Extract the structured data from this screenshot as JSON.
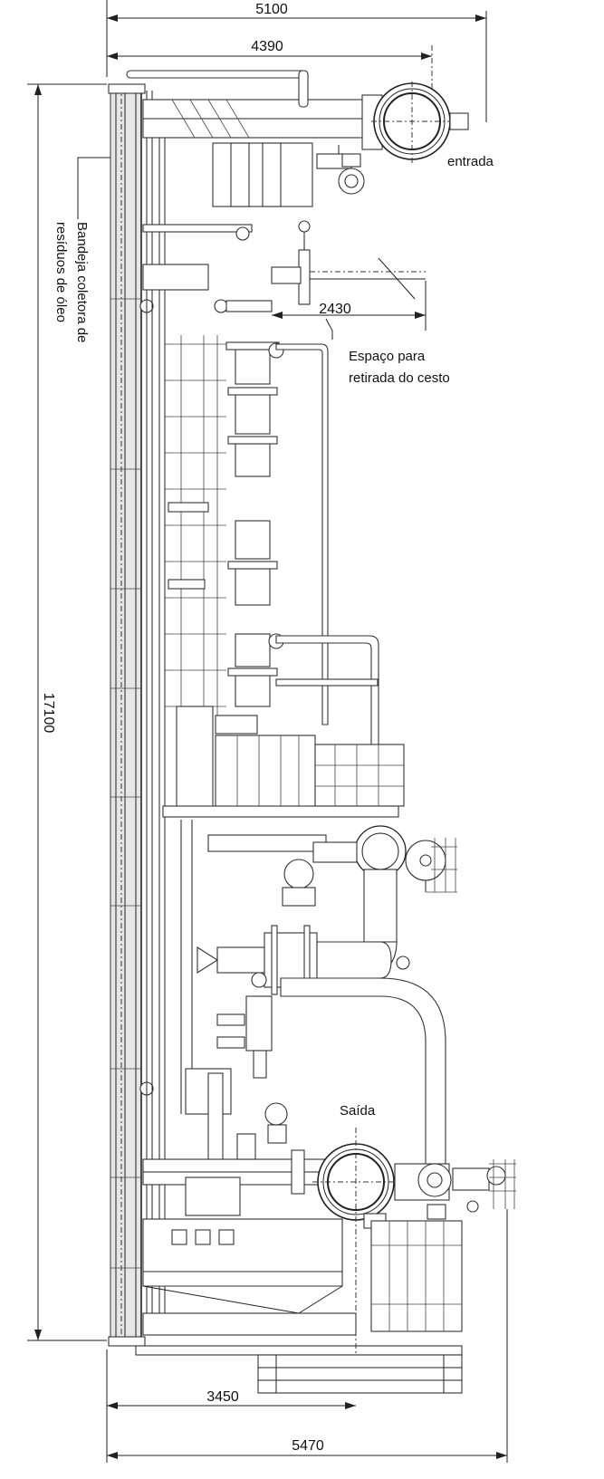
{
  "dimensions": {
    "top_overall": "5100",
    "top_inner": "4390",
    "height_overall": "17100",
    "basket_clearance": "2430",
    "bottom_inner": "3450",
    "bottom_overall": "5470"
  },
  "labels": {
    "inlet": "entrada",
    "outlet": "Saída",
    "oil_tray_line1": "Bandeja coletora de",
    "oil_tray_line2": "resíduos de óleo",
    "basket_space_line1": "Espaço para",
    "basket_space_line2": "retirada do cesto"
  },
  "colors": {
    "line": "#222222",
    "fill_gray": "#e6e6e6",
    "background": "#ffffff"
  }
}
